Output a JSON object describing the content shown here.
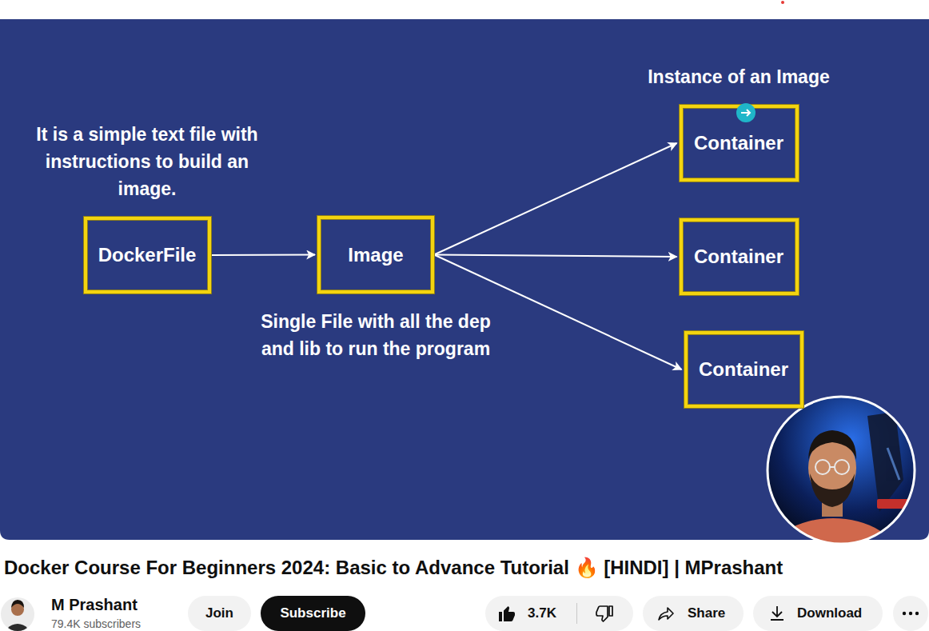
{
  "diagram": {
    "title": "Docker Course For Beginners 2024: Basic to Advance Tutorial 🔥 [HINDI] | MPrashant",
    "nodes": [
      {
        "text": [
          "It is a simple text file with instructions to build an image.",
          "DockerFile"
        ]
      },
      {
        "text": [
          "Image",
          "Single File with all the dep and lib to run the program"
        ]
      },
      {
        "text": [
          "Instance of an Image",
          "Container"
        ]
      },
      {
        "text": [
          "Container"
        ]
      },
      {
        "text": [
          "Container"
        ]
      },
      {
        "text": [
          "Join"
        ]
      },
      {
        "text": [
          "Subscribe"
        ]
      },
      {
        "text": [
          "3.7K"
        ]
      },
      {
        "text": [
          "Share"
        ]
      },
      {
        "text": [
          "Download"
        ]
      }
    ],
    "edges": [
      {
        "from": 0,
        "to": 1,
        "arrow": "to"
      },
      {
        "from": 1,
        "to": 2,
        "arrow": "to"
      },
      {
        "from": 1,
        "to": 3,
        "arrow": "to"
      },
      {
        "from": 1,
        "to": 4,
        "arrow": "to"
      }
    ],
    "labels": [
      "M Prashant",
      "79.4K subscribers"
    ]
  }
}
